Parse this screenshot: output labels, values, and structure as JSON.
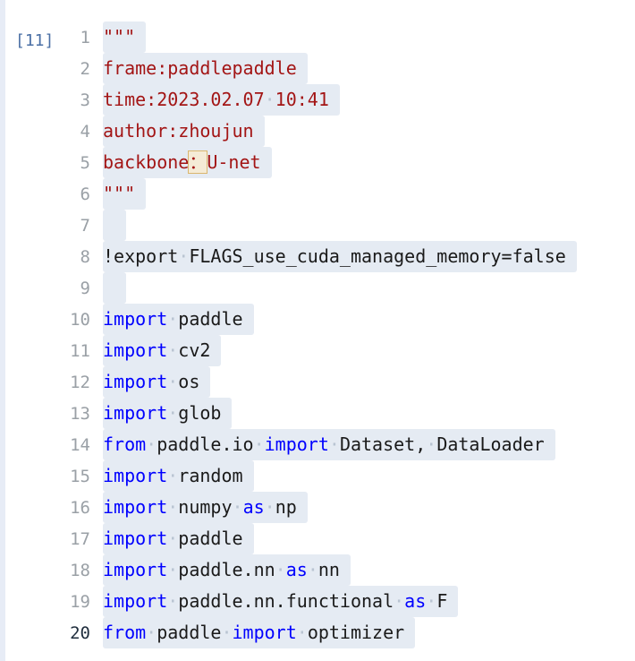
{
  "cell": {
    "prompt": "[11]",
    "active_line": 20,
    "lines": [
      {
        "n": "1",
        "tokens": [
          {
            "t": "\"\"\"",
            "c": "str"
          }
        ]
      },
      {
        "n": "2",
        "tokens": [
          {
            "t": "frame:paddlepaddle",
            "c": "str"
          }
        ]
      },
      {
        "n": "3",
        "tokens": [
          {
            "t": "time:2023.02.07",
            "c": "str"
          },
          {
            "t": "·",
            "c": "ws"
          },
          {
            "t": "10:41",
            "c": "str"
          }
        ]
      },
      {
        "n": "4",
        "tokens": [
          {
            "t": "author:zhoujun",
            "c": "str"
          }
        ]
      },
      {
        "n": "5",
        "tokens": [
          {
            "t": "backbone",
            "c": "str"
          },
          {
            "t": "：",
            "c": "str hl"
          },
          {
            "t": "U-net",
            "c": "str"
          }
        ]
      },
      {
        "n": "6",
        "tokens": [
          {
            "t": "\"\"\"",
            "c": "str"
          }
        ]
      },
      {
        "n": "7",
        "tokens": []
      },
      {
        "n": "8",
        "tokens": [
          {
            "t": "!export",
            "c": "plain"
          },
          {
            "t": "·",
            "c": "ws"
          },
          {
            "t": "FLAGS_use_cuda_managed_memory=false",
            "c": "plain"
          }
        ]
      },
      {
        "n": "9",
        "tokens": []
      },
      {
        "n": "10",
        "tokens": [
          {
            "t": "import",
            "c": "kw"
          },
          {
            "t": "·",
            "c": "ws"
          },
          {
            "t": "paddle",
            "c": "plain"
          }
        ]
      },
      {
        "n": "11",
        "tokens": [
          {
            "t": "import",
            "c": "kw"
          },
          {
            "t": "·",
            "c": "ws"
          },
          {
            "t": "cv2",
            "c": "plain"
          }
        ]
      },
      {
        "n": "12",
        "tokens": [
          {
            "t": "import",
            "c": "kw"
          },
          {
            "t": "·",
            "c": "ws"
          },
          {
            "t": "os",
            "c": "plain"
          }
        ]
      },
      {
        "n": "13",
        "tokens": [
          {
            "t": "import",
            "c": "kw"
          },
          {
            "t": "·",
            "c": "ws"
          },
          {
            "t": "glob",
            "c": "plain"
          }
        ]
      },
      {
        "n": "14",
        "tokens": [
          {
            "t": "from",
            "c": "kw"
          },
          {
            "t": "·",
            "c": "ws"
          },
          {
            "t": "paddle.io",
            "c": "plain"
          },
          {
            "t": "·",
            "c": "ws"
          },
          {
            "t": "import",
            "c": "kw"
          },
          {
            "t": "·",
            "c": "ws"
          },
          {
            "t": "Dataset,",
            "c": "plain"
          },
          {
            "t": "·",
            "c": "ws"
          },
          {
            "t": "DataLoader",
            "c": "plain"
          }
        ]
      },
      {
        "n": "15",
        "tokens": [
          {
            "t": "import",
            "c": "kw"
          },
          {
            "t": "·",
            "c": "ws"
          },
          {
            "t": "random",
            "c": "plain"
          }
        ]
      },
      {
        "n": "16",
        "tokens": [
          {
            "t": "import",
            "c": "kw"
          },
          {
            "t": "·",
            "c": "ws"
          },
          {
            "t": "numpy",
            "c": "plain"
          },
          {
            "t": "·",
            "c": "ws"
          },
          {
            "t": "as",
            "c": "kw"
          },
          {
            "t": "·",
            "c": "ws"
          },
          {
            "t": "np",
            "c": "plain"
          }
        ]
      },
      {
        "n": "17",
        "tokens": [
          {
            "t": "import",
            "c": "kw"
          },
          {
            "t": "·",
            "c": "ws"
          },
          {
            "t": "paddle",
            "c": "plain"
          }
        ]
      },
      {
        "n": "18",
        "tokens": [
          {
            "t": "import",
            "c": "kw"
          },
          {
            "t": "·",
            "c": "ws"
          },
          {
            "t": "paddle.nn",
            "c": "plain"
          },
          {
            "t": "·",
            "c": "ws"
          },
          {
            "t": "as",
            "c": "kw"
          },
          {
            "t": "·",
            "c": "ws"
          },
          {
            "t": "nn",
            "c": "plain"
          }
        ]
      },
      {
        "n": "19",
        "tokens": [
          {
            "t": "import",
            "c": "kw"
          },
          {
            "t": "·",
            "c": "ws"
          },
          {
            "t": "paddle.nn.functional",
            "c": "plain"
          },
          {
            "t": "·",
            "c": "ws"
          },
          {
            "t": "as",
            "c": "kw"
          },
          {
            "t": "·",
            "c": "ws"
          },
          {
            "t": "F",
            "c": "plain"
          }
        ]
      },
      {
        "n": "20",
        "tokens": [
          {
            "t": "from",
            "c": "kw"
          },
          {
            "t": "·",
            "c": "ws"
          },
          {
            "t": "paddle",
            "c": "plain"
          },
          {
            "t": "·",
            "c": "ws"
          },
          {
            "t": "import",
            "c": "kw"
          },
          {
            "t": "·",
            "c": "ws"
          },
          {
            "t": "optimizer",
            "c": "plain"
          }
        ]
      }
    ]
  }
}
